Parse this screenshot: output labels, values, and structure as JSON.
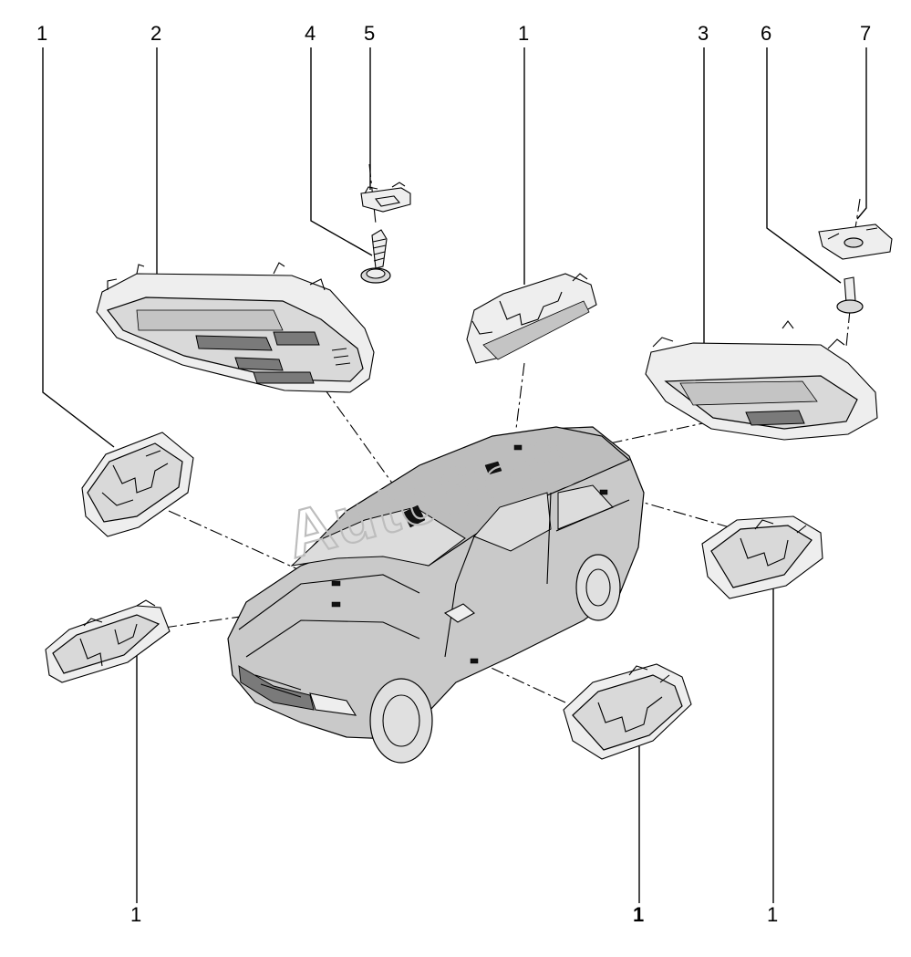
{
  "callouts": {
    "top_1a": "1",
    "top_2": "2",
    "top_4": "4",
    "top_5": "5",
    "top_1b": "1",
    "top_3": "3",
    "top_6": "6",
    "top_7": "7",
    "bottom_1a": "1",
    "bottom_1b": "1",
    "bottom_1c": "1"
  },
  "watermark": "AutoSoft"
}
